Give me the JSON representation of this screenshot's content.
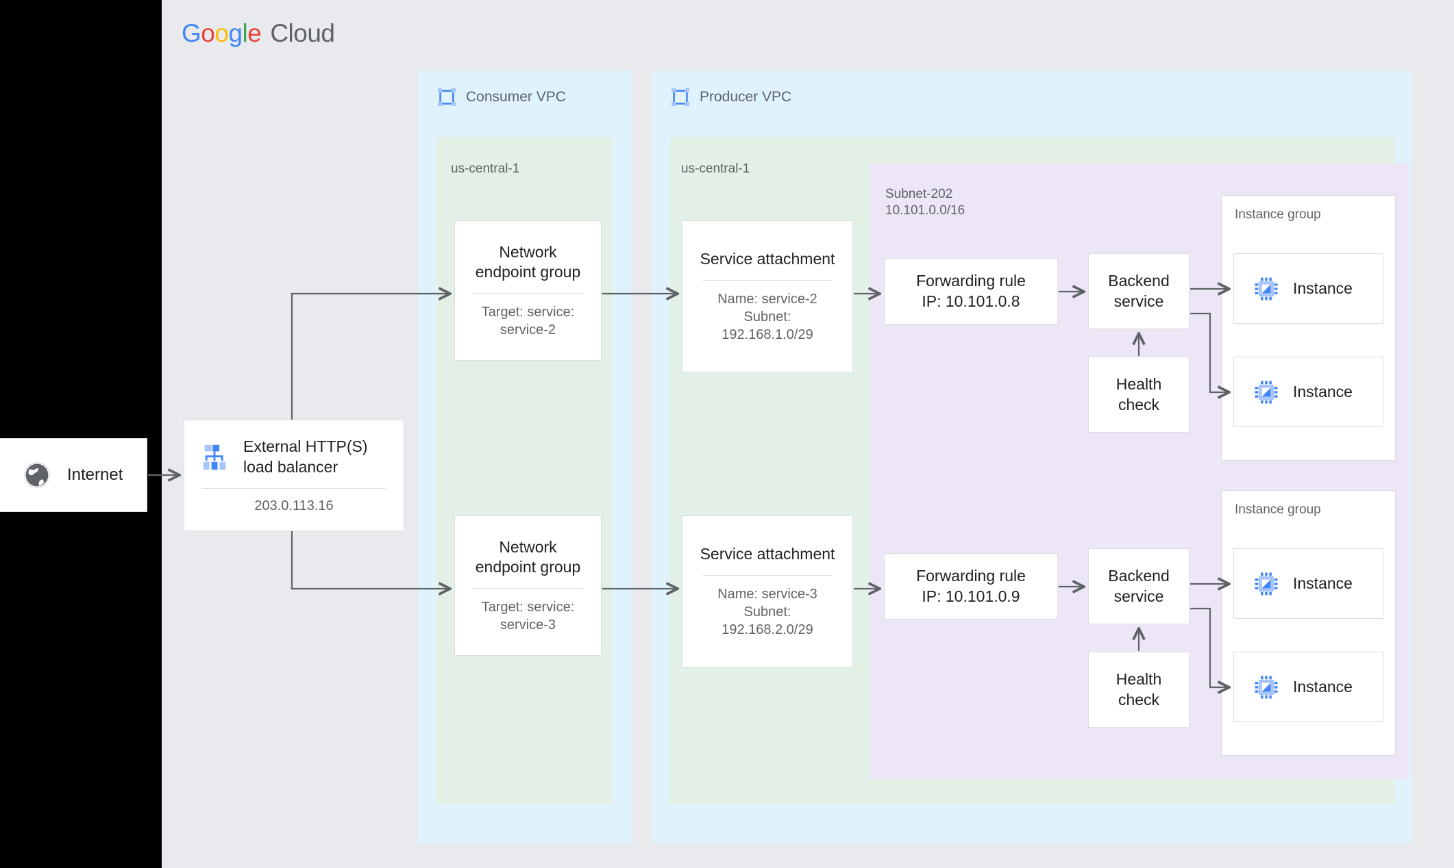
{
  "brand": {
    "logo_parts": [
      "G",
      "o",
      "o",
      "g",
      "l",
      "e"
    ],
    "logo_word": "Cloud",
    "colors": {
      "blue": "#4285f4",
      "red": "#ea4335",
      "yellow": "#fbbc05",
      "green": "#34a853",
      "grey_text": "#5f6368",
      "vpc_bg": "#e0f3fd",
      "region_bg": "#e3f0e6",
      "subnet_bg": "#ede6f7",
      "canvas_bg": "#e8eaed",
      "edge": "#5f6368"
    }
  },
  "internet": {
    "label": "Internet",
    "icon": "globe-icon"
  },
  "load_balancer": {
    "title": "External HTTP(S)\nload balancer",
    "ip": "203.0.113.16",
    "icon": "load-balancer-icon"
  },
  "consumer_vpc": {
    "title": "Consumer VPC",
    "icon": "vpc-icon",
    "region": "us-central-1",
    "negs": [
      {
        "title": "Network\nendpoint group",
        "sub": "Target: service:\nservice-2"
      },
      {
        "title": "Network\nendpoint group",
        "sub": "Target: service:\nservice-3"
      }
    ]
  },
  "producer_vpc": {
    "title": "Producer VPC",
    "icon": "vpc-icon",
    "region": "us-central-1",
    "subnet": {
      "name": "Subnet-202",
      "cidr": "10.101.0.0/16",
      "label": "Subnet-202\n10.101.0.0/16"
    },
    "service_attachments": [
      {
        "title": "Service attachment",
        "sub": "Name: service-2\nSubnet:\n192.168.1.0/29"
      },
      {
        "title": "Service attachment",
        "sub": "Name: service-3\nSubnet:\n192.168.2.0/29"
      }
    ],
    "forwarding_rules": [
      {
        "title": "Forwarding rule\nIP: 10.101.0.8"
      },
      {
        "title": "Forwarding rule\nIP: 10.101.0.9"
      }
    ],
    "backend_services": [
      {
        "title": "Backend\nservice"
      },
      {
        "title": "Backend\nservice"
      }
    ],
    "health_checks": [
      {
        "title": "Health\ncheck"
      },
      {
        "title": "Health\ncheck"
      }
    ],
    "instance_groups": [
      {
        "label": "Instance group",
        "instances": [
          {
            "label": "Instance",
            "icon": "instance-chip-icon"
          },
          {
            "label": "Instance",
            "icon": "instance-chip-icon"
          }
        ]
      },
      {
        "label": "Instance group",
        "instances": [
          {
            "label": "Instance",
            "icon": "instance-chip-icon"
          },
          {
            "label": "Instance",
            "icon": "instance-chip-icon"
          }
        ]
      }
    ]
  }
}
